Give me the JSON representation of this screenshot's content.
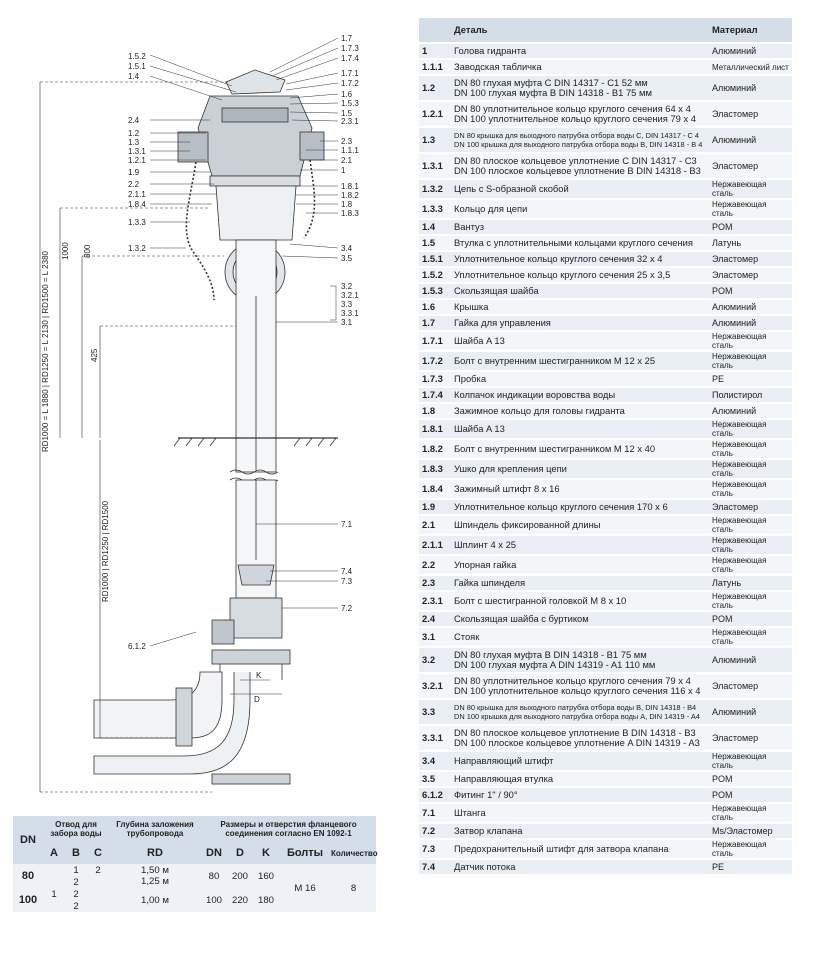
{
  "drawing": {
    "callouts_left": [
      "1.5.2",
      "1.5.1",
      "1.4",
      "2.4",
      "1.2",
      "1.3",
      "1.3.1",
      "1.2.1",
      "1.9",
      "2.2",
      "2.1.1",
      "1.8.4",
      "1.3.3",
      "1.3.2",
      "6.1.2"
    ],
    "callouts_right": [
      "1.7",
      "1.7.3",
      "1.7.4",
      "1.7.1",
      "1.7.2",
      "1.6",
      "1.5.3",
      "1.5",
      "2.3.1",
      "2.3",
      "1.1.1",
      "2.1",
      "1",
      "1.8.1",
      "1.8.2",
      "1.8",
      "1.8.3",
      "3.4",
      "3.5",
      "3.2",
      "3.2.1",
      "3.3",
      "3.3.1",
      "3.1",
      "7.1",
      "7.4",
      "7.3",
      "7.2"
    ],
    "dim_total": "RD1000 = L 1880 | RD1250 = L 2130 | RD1500 = L 2380",
    "dim_1000": "1000",
    "dim_800": "800",
    "dim_425": "425",
    "dim_rd": "RD1000 | RD1250 | RD1500",
    "dim_k": "K",
    "dim_d": "D"
  },
  "parts": {
    "header_part": "Деталь",
    "header_material": "Материал",
    "rows": [
      {
        "pos": "1",
        "part": "Голова гидранта",
        "mat": "Алюминий"
      },
      {
        "pos": "1.1.1",
        "part": "Заводская табличка",
        "mat": "Металлический лист",
        "small_mat": true
      },
      {
        "pos": "1.2",
        "part": "DN 80 глухая муфта C DIN 14317 - C1 52 мм\nDN 100 глухая муфта B DIN 14318 - B1 75 мм",
        "mat": "Алюминий"
      },
      {
        "pos": "1.2.1",
        "part": "DN 80 уплотнительное кольцо круглого сечения 64 x 4\nDN 100 уплотнительное кольцо круглого сечения 79 x 4",
        "mat": "Эластомер"
      },
      {
        "pos": "1.3",
        "part": "DN 80 крышка для выходного патрубка отбора воды C, DIN 14317 - C 4\nDN 100 крышка для выходного патрубка отбора воды B, DIN 14318 - B 4",
        "mat": "Алюминий",
        "small": true
      },
      {
        "pos": "1.3.1",
        "part": "DN 80 плоское кольцевое уплотнение C DIN 14317 - C3\nDN 100 плоское кольцевое уплотнение B DIN 14318 - B3",
        "mat": "Эластомер"
      },
      {
        "pos": "1.3.2",
        "part": "Цепь с S-образной скобой",
        "mat": "Нержавеющая сталь",
        "small_mat": true
      },
      {
        "pos": "1.3.3",
        "part": "Кольцо для цепи",
        "mat": "Нержавеющая сталь",
        "small_mat": true
      },
      {
        "pos": "1.4",
        "part": "Вантуз",
        "mat": "POM"
      },
      {
        "pos": "1.5",
        "part": "Втулка с уплотнительными кольцами круглого сечения",
        "mat": "Латунь"
      },
      {
        "pos": "1.5.1",
        "part": "Уплотнительное кольцо круглого сечения 32 x 4",
        "mat": "Эластомер"
      },
      {
        "pos": "1.5.2",
        "part": "Уплотнительное кольцо круглого сечения 25 x 3,5",
        "mat": "Эластомер"
      },
      {
        "pos": "1.5.3",
        "part": "Скользящая шайба",
        "mat": "POM"
      },
      {
        "pos": "1.6",
        "part": "Крышка",
        "mat": "Алюминий"
      },
      {
        "pos": "1.7",
        "part": "Гайка для управления",
        "mat": "Алюминий"
      },
      {
        "pos": "1.7.1",
        "part": "Шайба A 13",
        "mat": "Нержавеющая сталь",
        "small_mat": true
      },
      {
        "pos": "1.7.2",
        "part": "Болт с внутренним шестигранником M 12 x 25",
        "mat": "Нержавеющая сталь",
        "small_mat": true
      },
      {
        "pos": "1.7.3",
        "part": "Пробка",
        "mat": "PE"
      },
      {
        "pos": "1.7.4",
        "part": "Колпачок индикации воровства воды",
        "mat": "Полистирол"
      },
      {
        "pos": "1.8",
        "part": "Зажимное кольцо для головы гидранта",
        "mat": "Алюминий"
      },
      {
        "pos": "1.8.1",
        "part": "Шайба A 13",
        "mat": "Нержавеющая сталь",
        "small_mat": true
      },
      {
        "pos": "1.8.2",
        "part": "Болт с внутренним шестигранником M 12 x 40",
        "mat": "Нержавеющая сталь",
        "small_mat": true
      },
      {
        "pos": "1.8.3",
        "part": "Ушко для крепления цепи",
        "mat": "Нержавеющая сталь",
        "small_mat": true
      },
      {
        "pos": "1.8.4",
        "part": "Зажимный штифт 8 x 16",
        "mat": "Нержавеющая сталь",
        "small_mat": true
      },
      {
        "pos": "1.9",
        "part": "Уплотнительное кольцо круглого сечения 170 x 6",
        "mat": "Эластомер"
      },
      {
        "pos": "2.1",
        "part": "Шпиндель фиксированной длины",
        "mat": "Нержавеющая сталь",
        "small_mat": true
      },
      {
        "pos": "2.1.1",
        "part": "Шплинт 4 x 25",
        "mat": "Нержавеющая сталь",
        "small_mat": true
      },
      {
        "pos": "2.2",
        "part": "Упорная гайка",
        "mat": "Нержавеющая сталь",
        "small_mat": true
      },
      {
        "pos": "2.3",
        "part": "Гайка шпинделя",
        "mat": "Латунь"
      },
      {
        "pos": "2.3.1",
        "part": "Болт с шестигранной головкой M 8 x 10",
        "mat": "Нержавеющая сталь",
        "small_mat": true
      },
      {
        "pos": "2.4",
        "part": "Скользящая шайба с буртиком",
        "mat": "POM"
      },
      {
        "pos": "3.1",
        "part": "Стояк",
        "mat": "Нержавеющая сталь",
        "small_mat": true
      },
      {
        "pos": "3.2",
        "part": "DN 80 глухая муфта B DIN 14318 - B1 75 мм\nDN 100 глухая муфта A DIN 14319 - A1 110 мм",
        "mat": "Алюминий"
      },
      {
        "pos": "3.2.1",
        "part": "DN 80 уплотнительное кольцо круглого сечения 79 x 4\nDN 100 уплотнительное кольцо круглого сечения 116 x 4",
        "mat": "Эластомер"
      },
      {
        "pos": "3.3",
        "part": "DN 80 крышка для выходного патрубка отбора воды B, DIN 14318 - B4\nDN 100 крышка для выходного патрубка отбора воды A, DIN 14319 - A4",
        "mat": "Алюминий",
        "small": true
      },
      {
        "pos": "3.3.1",
        "part": "DN 80 плоское кольцевое уплотнение B DIN 14318 - B3\nDN 100 плоское кольцевое уплотнение A DIN 14319 - A3",
        "mat": "Эластомер"
      },
      {
        "pos": "3.4",
        "part": "Направляющий штифт",
        "mat": "Нержавеющая сталь",
        "small_mat": true
      },
      {
        "pos": "3.5",
        "part": "Направляющая втулка",
        "mat": "POM"
      },
      {
        "pos": "6.1.2",
        "part": "Фитинг 1\" / 90°",
        "mat": "POM"
      },
      {
        "pos": "7.1",
        "part": "Штанга",
        "mat": "Нержавеющая сталь",
        "small_mat": true
      },
      {
        "pos": "7.2",
        "part": "Затвор клапана",
        "mat": "Ms/Эластомер"
      },
      {
        "pos": "7.3",
        "part": "Предохранительный штифт для затвора клапана",
        "mat": "Нержавеющая сталь",
        "small_mat": true
      },
      {
        "pos": "7.4",
        "part": "Датчик потока",
        "mat": "PE"
      }
    ]
  },
  "spec": {
    "h_dn": "DN",
    "h_outlet": "Отвод для забора воды",
    "h_depth": "Глубина заложения трубопровода",
    "h_flange": "Размеры и отверстия фланцевого соединения согласно EN 1092-1",
    "h_a": "A",
    "h_b": "B",
    "h_c": "C",
    "h_rd": "RD",
    "h_dn2": "DN",
    "h_d": "D",
    "h_k": "K",
    "h_bolts": "Болты",
    "h_qty": "Количество",
    "row80": {
      "dn": "80",
      "a": "",
      "b1": "1",
      "b2": "2",
      "c": "2",
      "rd1": "1,50 м",
      "rd2": "1,25 м",
      "dn2": "80",
      "d": "200",
      "k": "160"
    },
    "row100": {
      "dn": "100",
      "a": "1",
      "b1": "2",
      "b2": "2",
      "c": "",
      "rd": "1,00 м",
      "dn2": "100",
      "d": "220",
      "k": "180"
    },
    "bolts": "M 16",
    "qty": "8"
  }
}
